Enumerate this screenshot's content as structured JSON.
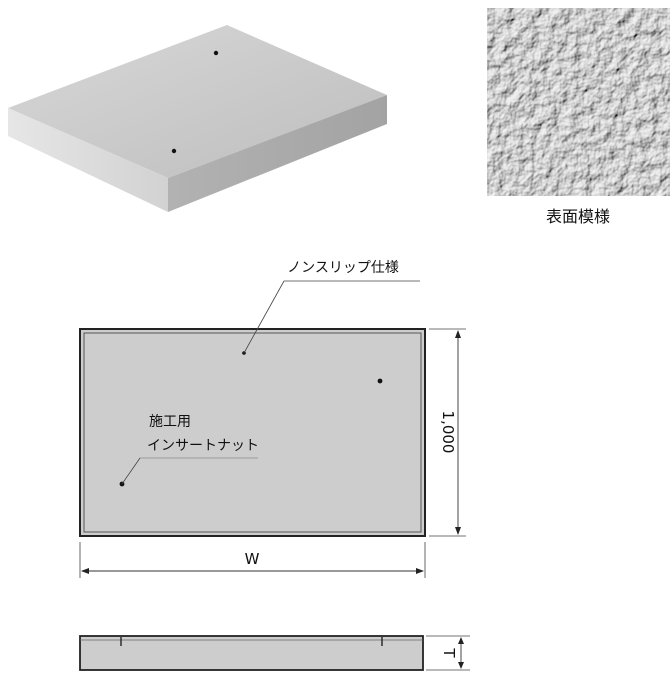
{
  "texture_caption": "表面模様",
  "labels": {
    "nonslip": "ノンスリップ仕様",
    "insert_line1": "施工用",
    "insert_line2": "インサートナット"
  },
  "dimensions": {
    "height_value": "1,000",
    "width_symbol": "W",
    "thickness_symbol": "T"
  },
  "colors": {
    "slab_top": "#c9c9c9",
    "slab_face": "#cfcfcf",
    "outline": "#222222"
  }
}
